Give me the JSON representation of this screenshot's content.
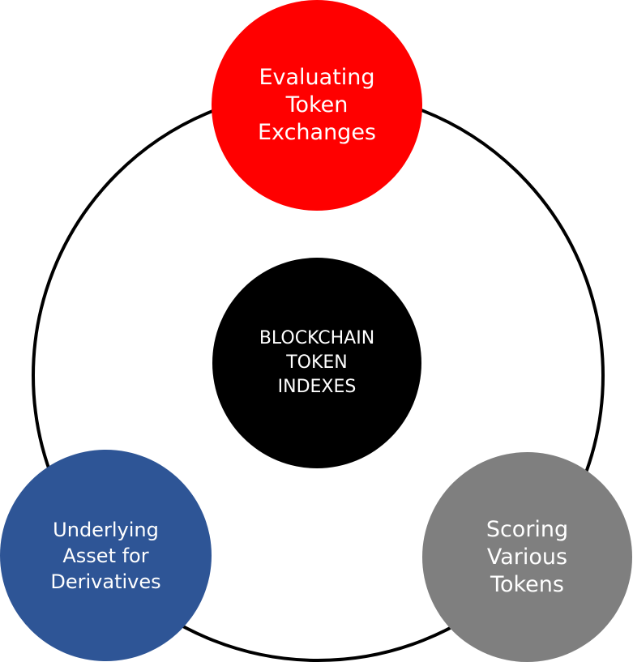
{
  "diagram": {
    "center": {
      "lines": [
        "BLOCKCHAIN",
        "TOKEN",
        "INDEXES"
      ],
      "color": "#000000"
    },
    "nodes": [
      {
        "id": "top",
        "lines": [
          "Evaluating",
          "Token",
          "Exchanges"
        ],
        "color": "#ff0000"
      },
      {
        "id": "left",
        "lines": [
          "Underlying",
          "Asset for",
          "Derivatives"
        ],
        "color": "#2e5596"
      },
      {
        "id": "right",
        "lines": [
          "Scoring",
          "Various",
          "Tokens"
        ],
        "color": "#7f7f7f"
      }
    ]
  }
}
